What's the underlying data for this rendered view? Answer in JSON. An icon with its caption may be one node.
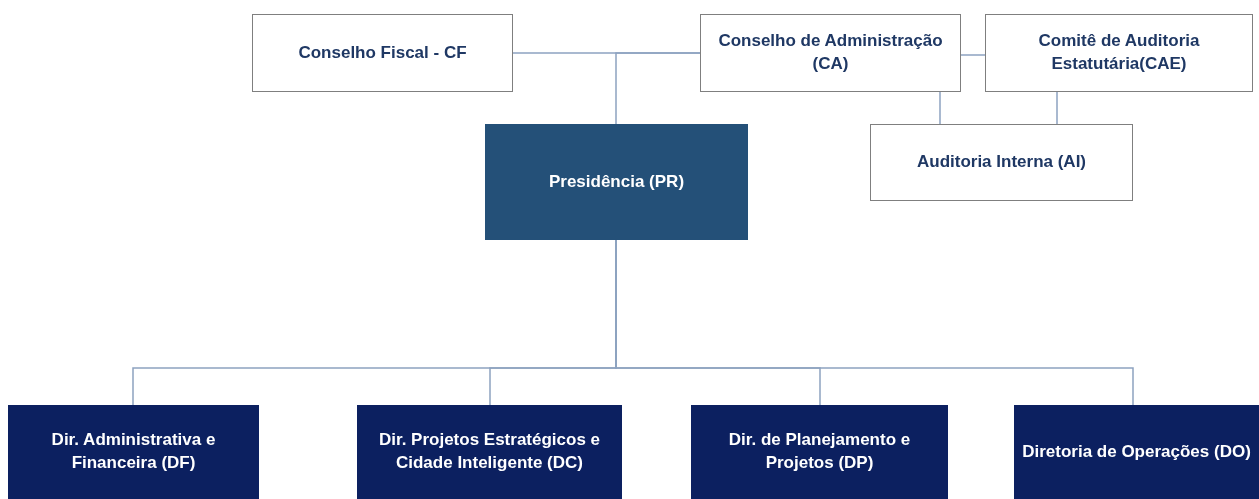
{
  "diagram": {
    "nodes": [
      {
        "text": [
          "Conselho Fiscal - CF"
        ]
      },
      {
        "text": [
          "Conselho de Administração (CA)"
        ]
      },
      {
        "text": [
          "Comitê de Auditoria Estatutária(CAE)"
        ]
      },
      {
        "text": [
          "Presidência (PR)"
        ]
      },
      {
        "text": [
          "Auditoria Interna (AI)"
        ]
      },
      {
        "text": [
          "Dir. Administrativa e Financeira (DF)"
        ]
      },
      {
        "text": [
          "Dir. Projetos Estratégicos e Cidade Inteligente (DC)"
        ]
      },
      {
        "text": [
          "Dir. de Planejamento e Projetos (DP)"
        ]
      },
      {
        "text": [
          "Diretoria de Operações (DO)"
        ]
      }
    ],
    "edges": [
      {
        "from": 0,
        "to": 1,
        "arrow": "none"
      },
      {
        "from": 1,
        "to": 3,
        "arrow": "none"
      },
      {
        "from": 1,
        "to": 2,
        "arrow": "none"
      },
      {
        "from": 1,
        "to": 4,
        "arrow": "none"
      },
      {
        "from": 2,
        "to": 4,
        "arrow": "none"
      },
      {
        "from": 3,
        "to": 5,
        "arrow": "none"
      },
      {
        "from": 3,
        "to": 6,
        "arrow": "none"
      },
      {
        "from": 3,
        "to": 7,
        "arrow": "none"
      },
      {
        "from": 3,
        "to": 8,
        "arrow": "none"
      }
    ]
  }
}
